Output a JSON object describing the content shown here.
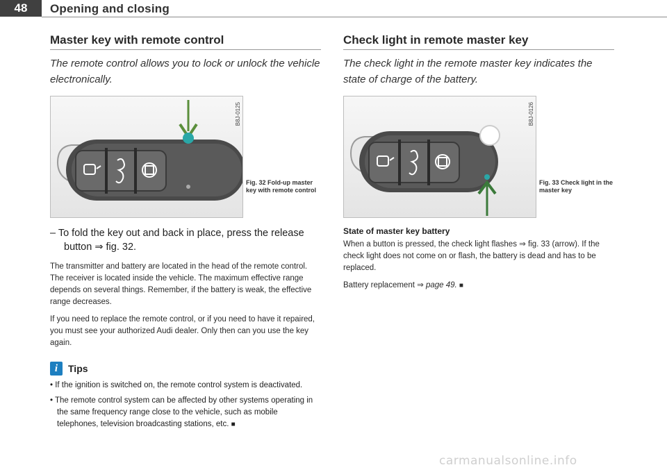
{
  "header": {
    "page_number": "48",
    "section": "Opening and closing"
  },
  "left": {
    "title": "Master key with remote control",
    "intro": "The remote control allows you to lock or unlock the vehicle electronically.",
    "figure": {
      "code": "B8J-0125",
      "caption": "Fig. 32  Fold-up master key with remote control"
    },
    "instruction": "– To fold the key out and back in place, press the release button ⇒ fig. 32.",
    "paragraphs": [
      "The transmitter and battery are located in the head of the remote control. The receiver is located inside the vehicle. The maximum effective range depends on several things. Remember, if the battery is weak, the effective range decreases.",
      "If you need to replace the remote control, or if you need to have it repaired, you must see your authorized Audi dealer. Only then can you use the key again."
    ],
    "tips": {
      "label": "Tips",
      "items": [
        "• If the ignition is switched on, the remote control system is deactivated.",
        "• The remote control system can be affected by other systems operating in the same frequency range close to the vehicle, such as mobile telephones, television broadcasting stations, etc."
      ]
    }
  },
  "right": {
    "title": "Check light in remote master key",
    "intro": "The check light in the remote master key indicates the state of charge of the battery.",
    "figure": {
      "code": "B8J-0126",
      "caption": "Fig. 33  Check light in the master key"
    },
    "subheading": "State of master key battery",
    "paragraph": "When a button is pressed, the check light flashes ⇒ fig. 33 (arrow). If the check light does not come on or flash, the battery is dead and has to be replaced.",
    "battery_text": "Battery replacement ⇒ ",
    "battery_link": "page 49.",
    "end_mark": "■"
  },
  "watermark": "carmanualsonline.info",
  "colors": {
    "arrow_left": "#5b8f3c",
    "dot_left": "#2aa7a7",
    "arrow_right": "#3b7a3a",
    "dot_right": "#2aa7a7",
    "tips_icon": "#1d7fc0"
  }
}
